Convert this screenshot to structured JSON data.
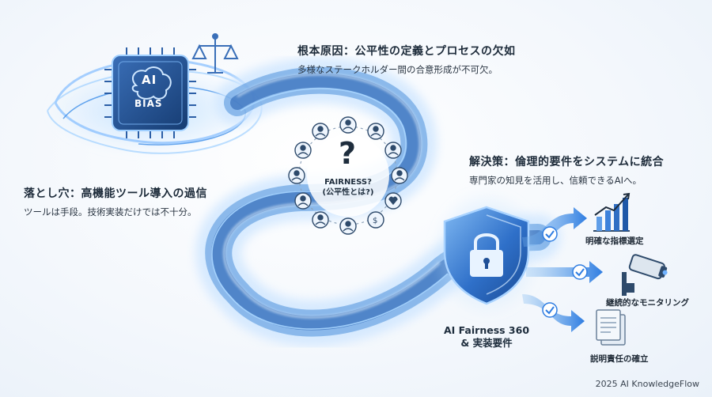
{
  "chip": {
    "ai": "AI",
    "label": "BIAS"
  },
  "root_cause": {
    "heading": "根本原因：公平性の定義とプロセスの欠如",
    "body": "多様なステークホルダー間の合意形成が不可欠。"
  },
  "pitfall": {
    "heading": "落とし穴：高機能ツール導入の過信",
    "body": "ツールは手段。技術実装だけでは不十分。"
  },
  "solution": {
    "heading": "解決策：倫理的要件をシステムに統合",
    "body": "専門家の知見を活用し、信頼できるAIへ。"
  },
  "center": {
    "mark": "?",
    "line1": "FAIRNESS?",
    "line2": "(公平性とは?)"
  },
  "shield": {
    "line1": "AI Fairness 360",
    "line2": "& 実装要件"
  },
  "outcomes": [
    {
      "label": "明確な指標選定",
      "icon": "rising-chart-icon"
    },
    {
      "label": "継続的なモニタリング",
      "icon": "security-camera-icon"
    },
    {
      "label": "説明責任の確立",
      "icon": "document-icon"
    }
  ],
  "footer": "2025 AI KnowledgeFlow",
  "colors": {
    "accent": "#2f7de1",
    "glow": "#8cc4ff",
    "dark": "#1e2d3d"
  }
}
